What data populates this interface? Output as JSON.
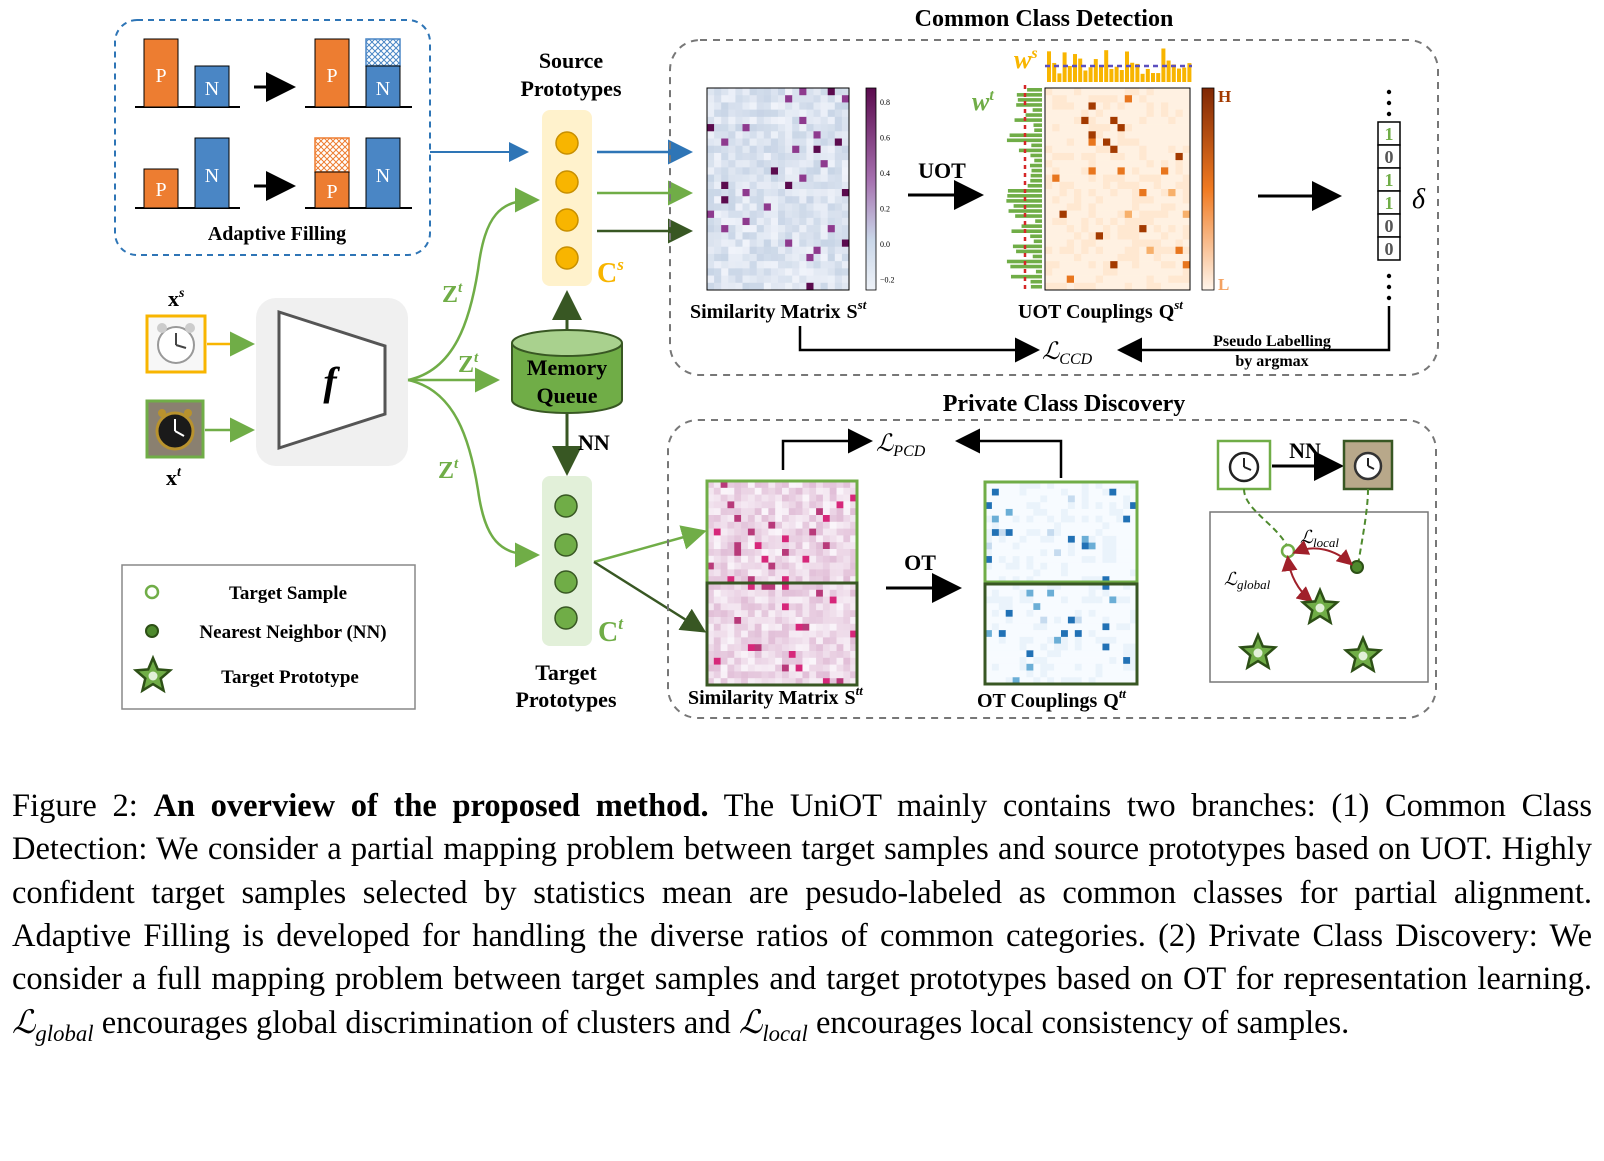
{
  "figure": {
    "ccd": {
      "title": "Common Class Detection",
      "sim_label": "Similarity Matrix",
      "sim_sym": "S",
      "sim_sup": "st",
      "uot_label": "UOT Couplings",
      "uot_sym": "Q",
      "uot_sup": "st",
      "uot_arrow": "UOT",
      "ws": "w",
      "ws_sup": "s",
      "wt": "w",
      "wt_sup": "t",
      "high": "H",
      "low": "L",
      "delta": "δ",
      "delta_bits": [
        "1",
        "0",
        "1",
        "1",
        "0",
        "0"
      ],
      "pseudo1": "Pseudo Labelling",
      "pseudo2": "by argmax",
      "loss": "ℒ",
      "loss_sub": "CCD",
      "colorbar_ticks": [
        "0.8",
        "0.6",
        "0.4",
        "0.2",
        "0.0",
        "−0.2"
      ]
    },
    "pcd": {
      "title": "Private Class Discovery",
      "sim_label": "Similarity Matrix",
      "sim_sym": "S",
      "sim_sup": "tt",
      "ot_label": "OT Couplings",
      "ot_sym": "Q",
      "ot_sup": "tt",
      "ot_arrow": "OT",
      "loss": "ℒ",
      "loss_sub": "PCD",
      "nn": "NN",
      "local": "ℒ",
      "local_sub": "local",
      "global": "ℒ",
      "global_sub": "global"
    },
    "adaptive": {
      "title": "Adaptive Filling",
      "p": "P",
      "n": "N"
    },
    "source_proto": {
      "line1": "Source",
      "line2": "Prototypes",
      "sym": "C",
      "sup": "s"
    },
    "target_proto": {
      "line1": "Target",
      "line2": "Prototypes",
      "sym": "C",
      "sup": "t"
    },
    "memory": {
      "line1": "Memory",
      "line2": "Queue",
      "nn": "NN"
    },
    "encoder": {
      "label": "f"
    },
    "inputs": {
      "xs": "x",
      "xs_sup": "s",
      "xt": "x",
      "xt_sup": "t"
    },
    "z": {
      "sym": "Z",
      "sup": "t"
    },
    "legend": {
      "items": [
        "Target Sample",
        "Nearest Neighbor (NN)",
        "Target Prototype"
      ]
    },
    "colors": {
      "orange": "#ED7D31",
      "blue": "#4A86C5",
      "green": "#70AD47",
      "dark_green": "#3E6B25",
      "yellow": "#F8B500",
      "purple": "#6A0D5C",
      "pink": "#D6277A"
    }
  },
  "caption": {
    "label": "Figure 2:",
    "bold": "An overview of the proposed method.",
    "text1": "The UniOT mainly contains two branches: (1) Common Class Detection: We consider a partial mapping problem between target samples and source prototypes based on UOT. Highly confident target samples selected by statistics mean are pesudo-labeled as common classes for partial alignment. Adaptive Filling is developed for handling the diverse ratios of common categories. (2) Private Class Discovery: We consider a full mapping problem between target samples and target prototypes based on OT for representation learning.",
    "lsym": "ℒ",
    "sub_global": "global",
    "text2": "encourages global discrimination of clusters and",
    "sub_local": "local",
    "text3": "encourages local consistency of samples."
  }
}
